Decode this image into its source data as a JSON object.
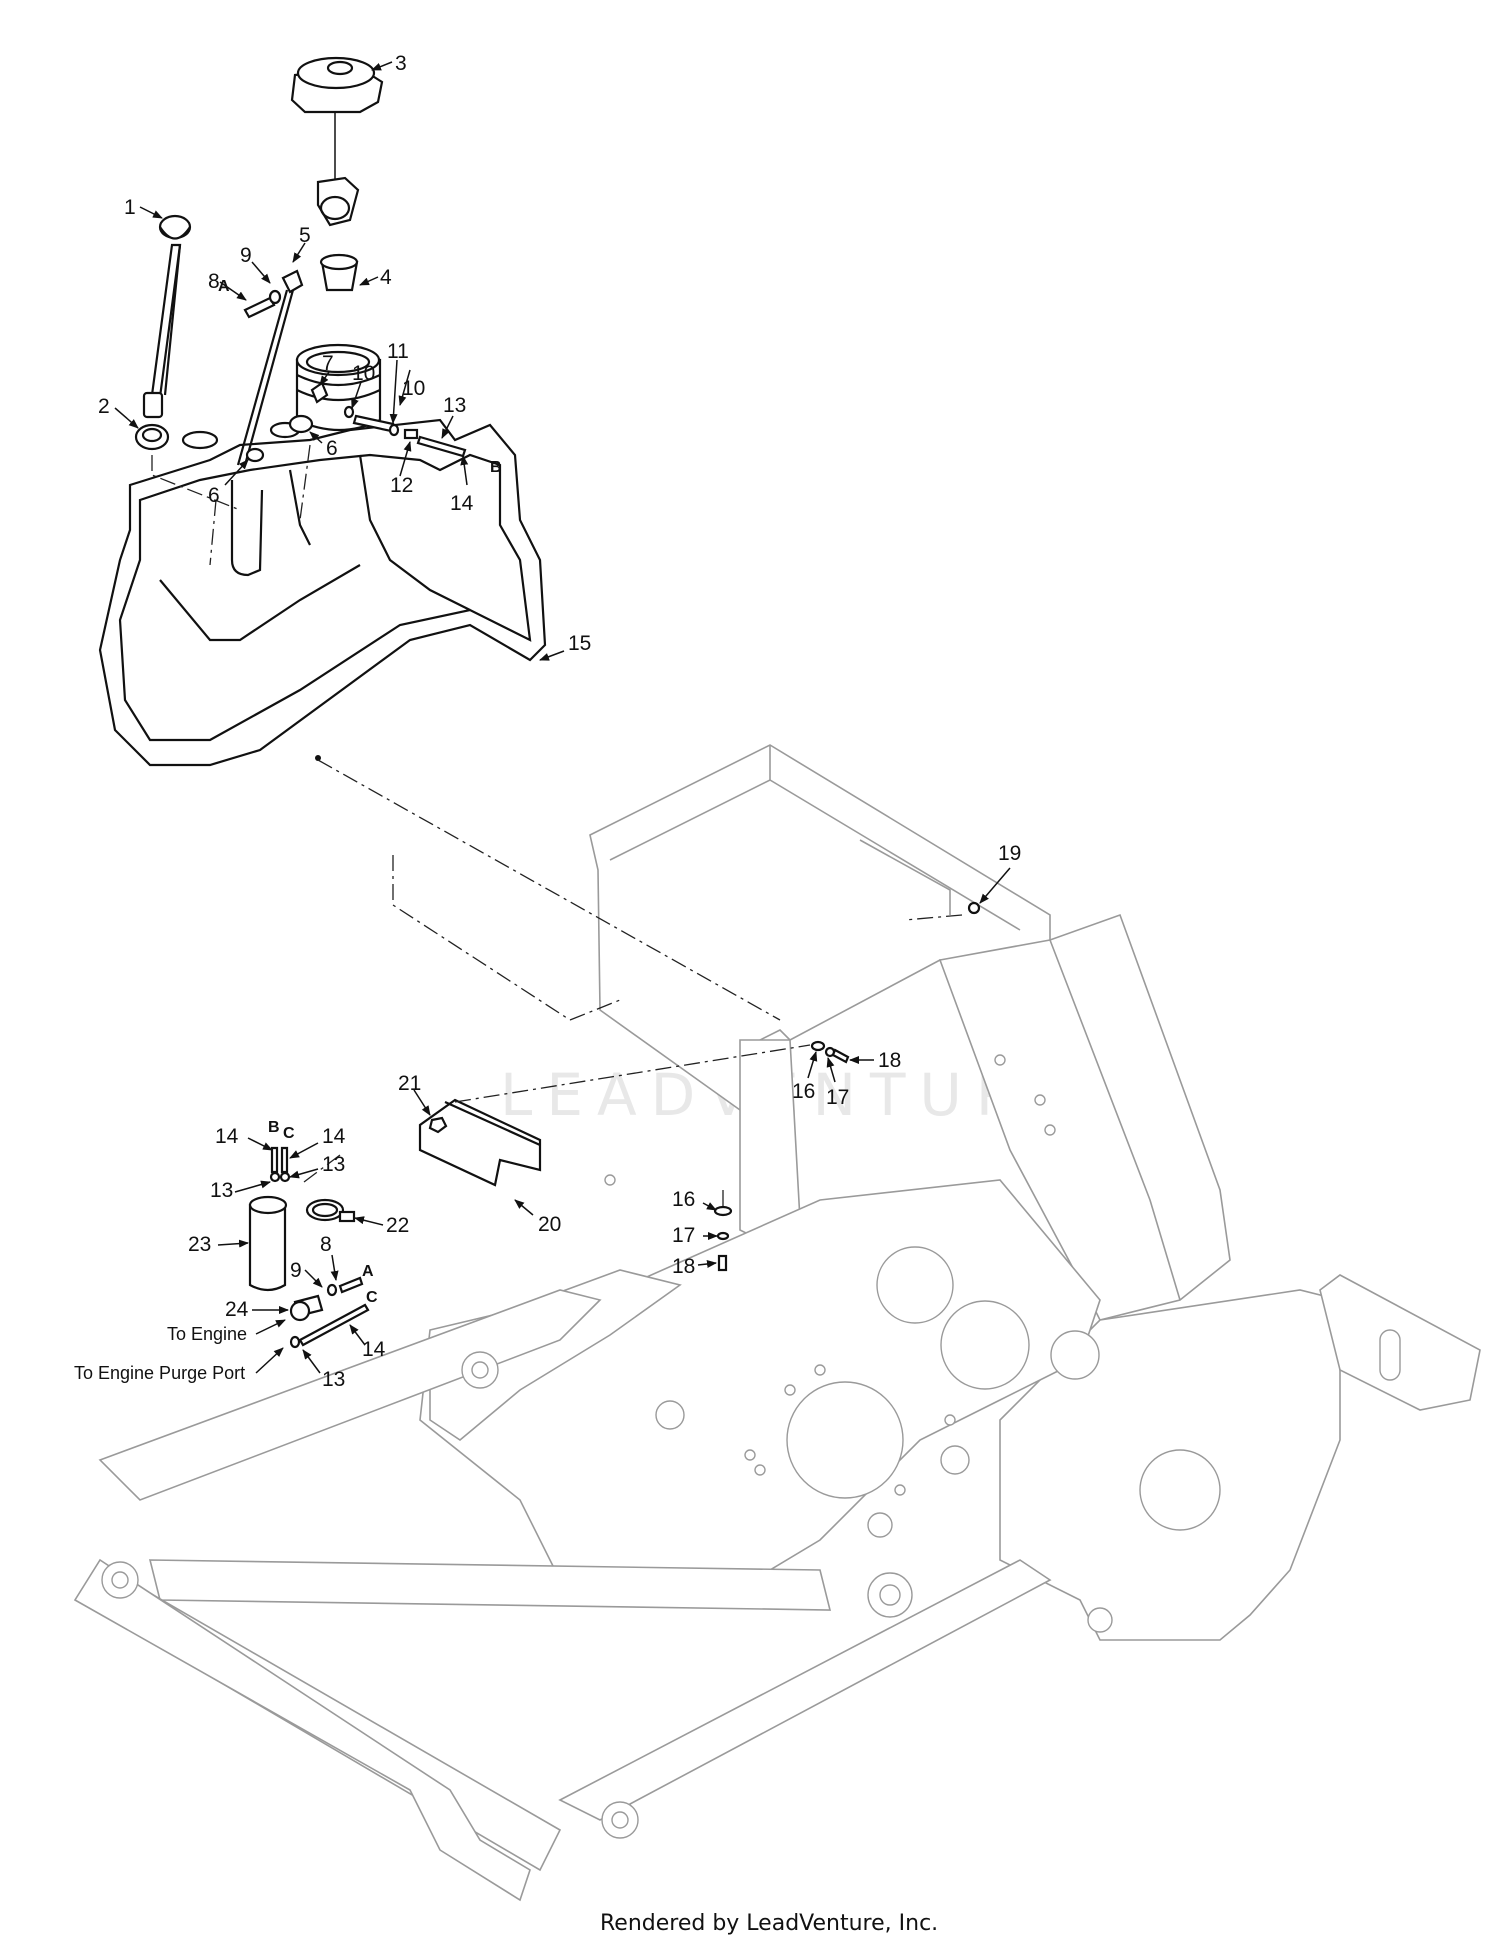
{
  "callouts": {
    "c1": "1",
    "c2": "2",
    "c3": "3",
    "c4": "4",
    "c5": "5",
    "c6a": "6",
    "c6b": "6",
    "c7": "7",
    "c8a": "8",
    "c8b": "8",
    "c9a": "9",
    "c9b": "9",
    "c10a": "10",
    "c10b": "10",
    "c11": "11",
    "c12": "12",
    "c13a": "13",
    "c13b": "13",
    "c13c": "13",
    "c13d": "13",
    "c14a": "14",
    "c14b": "14",
    "c14c": "14",
    "c14d": "14",
    "c15": "15",
    "c16a": "16",
    "c16b": "16",
    "c17a": "17",
    "c17b": "17",
    "c18a": "18",
    "c18b": "18",
    "c19": "19",
    "c20": "20",
    "c21": "21",
    "c22": "22",
    "c23": "23",
    "c24": "24"
  },
  "letters": {
    "a_top": "A",
    "b_top": "B",
    "b_filter": "B",
    "c_filter": "C",
    "a_lower": "A",
    "c_lower": "C"
  },
  "notes": {
    "to_engine": "To Engine",
    "to_purge": "To Engine Purge Port"
  },
  "watermark": "LEADVENTURE",
  "footer": "Rendered by LeadVenture, Inc."
}
